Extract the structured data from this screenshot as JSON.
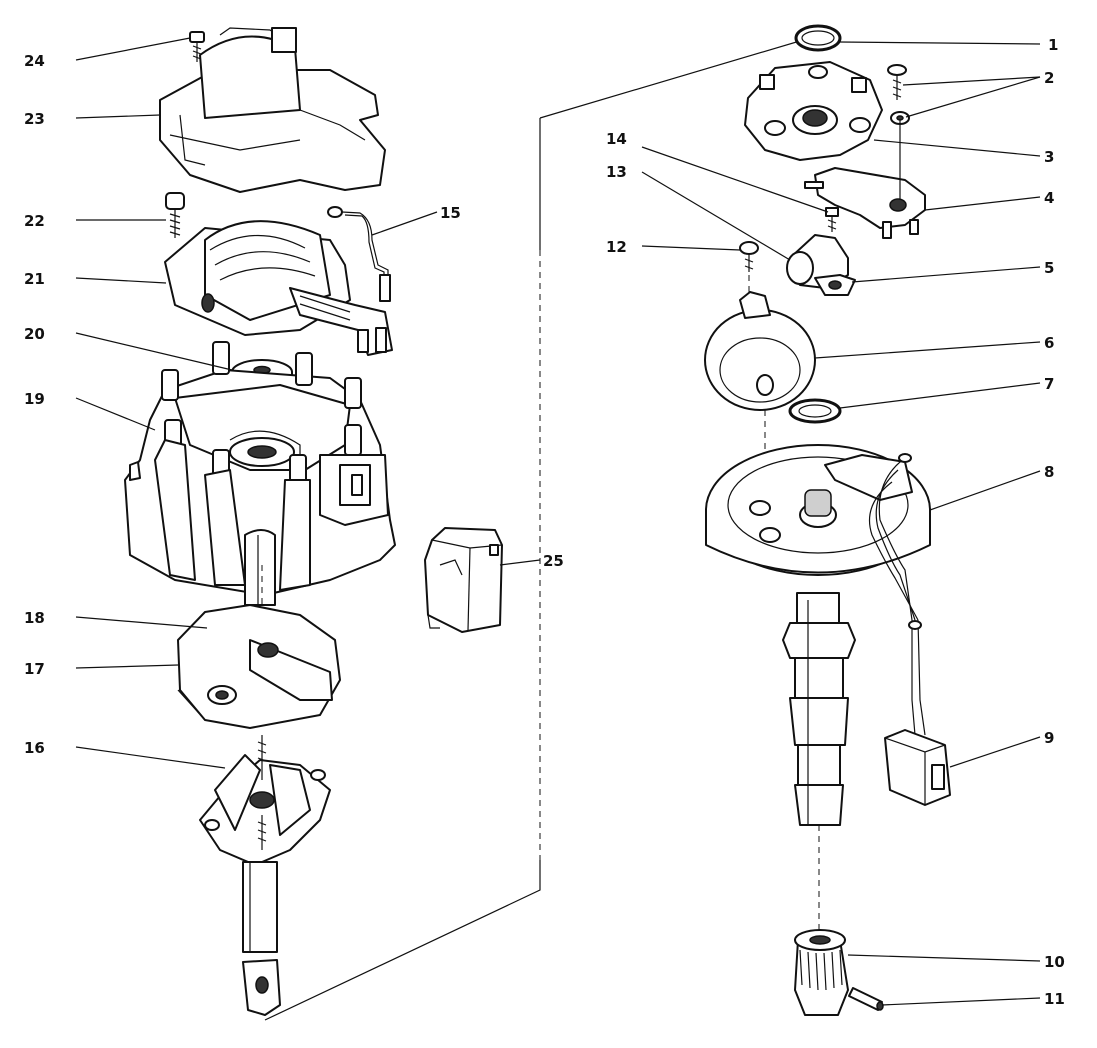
{
  "callouts": [
    {
      "id": "c1",
      "number": "1"
    },
    {
      "id": "c2",
      "number": "2"
    },
    {
      "id": "c3",
      "number": "3"
    },
    {
      "id": "c4",
      "number": "4"
    },
    {
      "id": "c5",
      "number": "5"
    },
    {
      "id": "c6",
      "number": "6"
    },
    {
      "id": "c7",
      "number": "7"
    },
    {
      "id": "c8",
      "number": "8"
    },
    {
      "id": "c9",
      "number": "9"
    },
    {
      "id": "c10",
      "number": "10"
    },
    {
      "id": "c11",
      "number": "11"
    },
    {
      "id": "c12",
      "number": "12"
    },
    {
      "id": "c13",
      "number": "13"
    },
    {
      "id": "c14",
      "number": "14"
    },
    {
      "id": "c15",
      "number": "15"
    },
    {
      "id": "c16",
      "number": "16"
    },
    {
      "id": "c17",
      "number": "17"
    },
    {
      "id": "c18",
      "number": "18"
    },
    {
      "id": "c19",
      "number": "19"
    },
    {
      "id": "c20",
      "number": "20"
    },
    {
      "id": "c21",
      "number": "21"
    },
    {
      "id": "c22",
      "number": "22"
    },
    {
      "id": "c23",
      "number": "23"
    },
    {
      "id": "c24",
      "number": "24"
    },
    {
      "id": "c25",
      "number": "25"
    }
  ]
}
